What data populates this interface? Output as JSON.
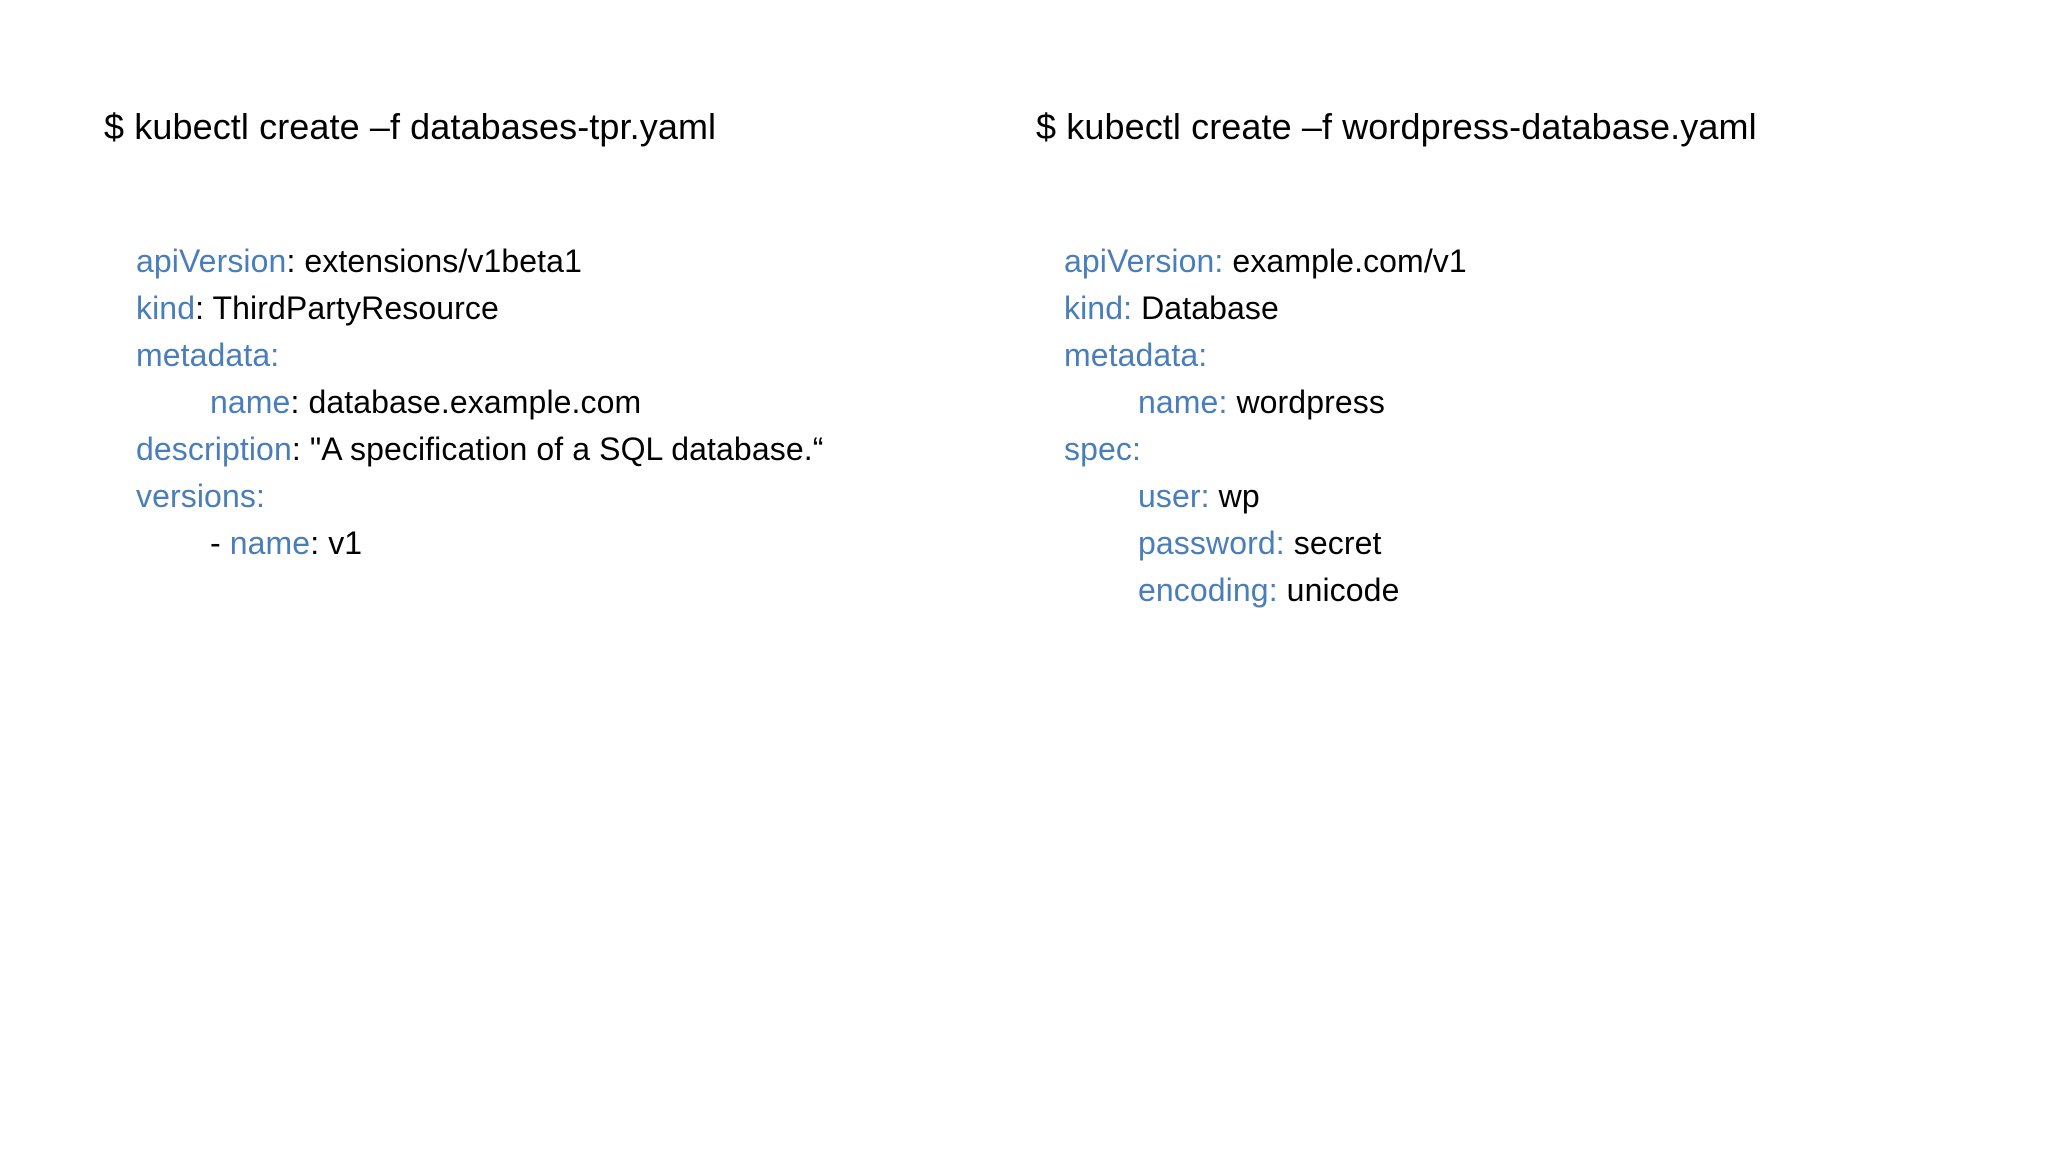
{
  "slide": {
    "background_color": "#FFFFFF",
    "key_color": "#4A7EBB",
    "value_color": "#000000"
  },
  "left": {
    "command": "$ kubectl create –f databases-tpr.yaml",
    "yaml_lines": [
      {
        "indent": 0,
        "dash": "",
        "key": "apiVersion",
        "sep": ": ",
        "value": "extensions/v1beta1",
        "sep_colored": false
      },
      {
        "indent": 0,
        "dash": "",
        "key": "kind",
        "sep": ": ",
        "value": "ThirdPartyResource",
        "sep_colored": false
      },
      {
        "indent": 0,
        "dash": "",
        "key": "metadata",
        "sep": ":",
        "value": "",
        "sep_colored": true
      },
      {
        "indent": 1,
        "dash": "",
        "key": "name",
        "sep": ": ",
        "value": "database.example.com",
        "sep_colored": false
      },
      {
        "indent": 0,
        "dash": "",
        "key": "description",
        "sep": ": ",
        "value": "\"A specification of a SQL database.“",
        "sep_colored": false
      },
      {
        "indent": 0,
        "dash": "",
        "key": "versions",
        "sep": ":",
        "value": "",
        "sep_colored": true
      },
      {
        "indent": 1,
        "dash": "- ",
        "key": "name",
        "sep": ": ",
        "value": "v1",
        "sep_colored": false
      }
    ]
  },
  "right": {
    "command": "$ kubectl create –f wordpress-database.yaml",
    "yaml_lines": [
      {
        "indent": 0,
        "dash": "",
        "key": "apiVersion",
        "sep": ": ",
        "value": "example.com/v1",
        "sep_colored": true
      },
      {
        "indent": 0,
        "dash": "",
        "key": "kind",
        "sep": ": ",
        "value": "Database",
        "sep_colored": true
      },
      {
        "indent": 0,
        "dash": "",
        "key": "metadata",
        "sep": ":",
        "value": "",
        "sep_colored": true
      },
      {
        "indent": 1,
        "dash": "",
        "key": "name",
        "sep": ": ",
        "value": "wordpress",
        "sep_colored": true
      },
      {
        "indent": 0,
        "dash": "",
        "key": "spec",
        "sep": ":",
        "value": "",
        "sep_colored": true
      },
      {
        "indent": 1,
        "dash": "",
        "key": "user",
        "sep": ": ",
        "value": "wp",
        "sep_colored": true
      },
      {
        "indent": 1,
        "dash": "",
        "key": "password",
        "sep": ": ",
        "value": "secret",
        "sep_colored": true
      },
      {
        "indent": 1,
        "dash": "",
        "key": "encoding",
        "sep": ": ",
        "value": "unicode",
        "sep_colored": true
      }
    ]
  }
}
